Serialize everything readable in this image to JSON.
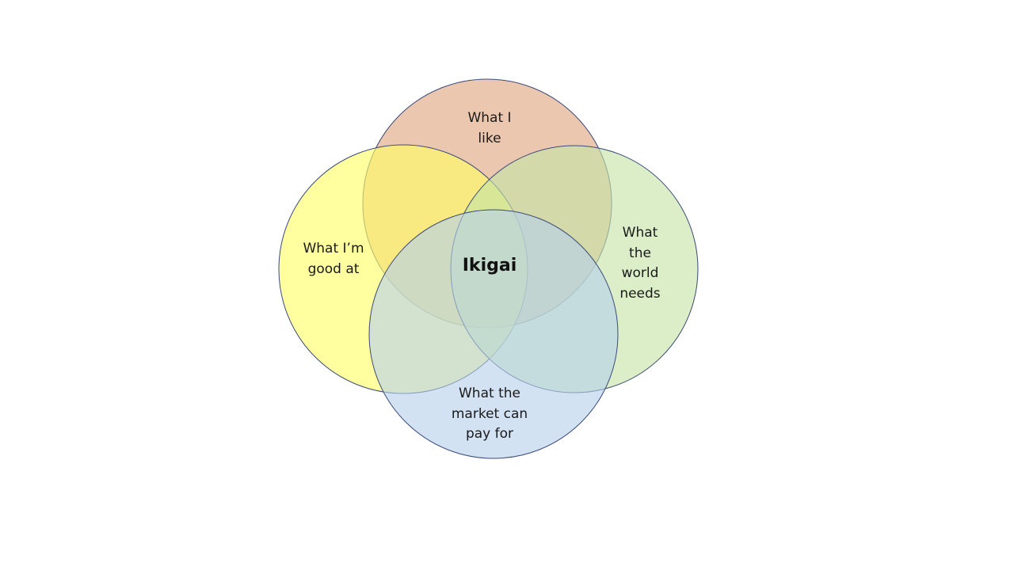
{
  "diagram": {
    "center_label": "Ikigai",
    "circles": [
      {
        "id": "like",
        "label_lines": [
          "What I",
          "like"
        ],
        "fill": "#e0a47e",
        "stroke": "#3b4a7a"
      },
      {
        "id": "good",
        "label_lines": [
          "What I’m",
          "good at"
        ],
        "fill": "#ffff66",
        "stroke": "#3b4a7a"
      },
      {
        "id": "world",
        "label_lines": [
          "What",
          "the",
          "world",
          "needs"
        ],
        "fill": "#c5e3a6",
        "stroke": "#3b4a7a"
      },
      {
        "id": "market",
        "label_lines": [
          "What the",
          "market can",
          "pay for"
        ],
        "fill": "#b7d0ea",
        "stroke": "#3b4a7a"
      }
    ]
  }
}
